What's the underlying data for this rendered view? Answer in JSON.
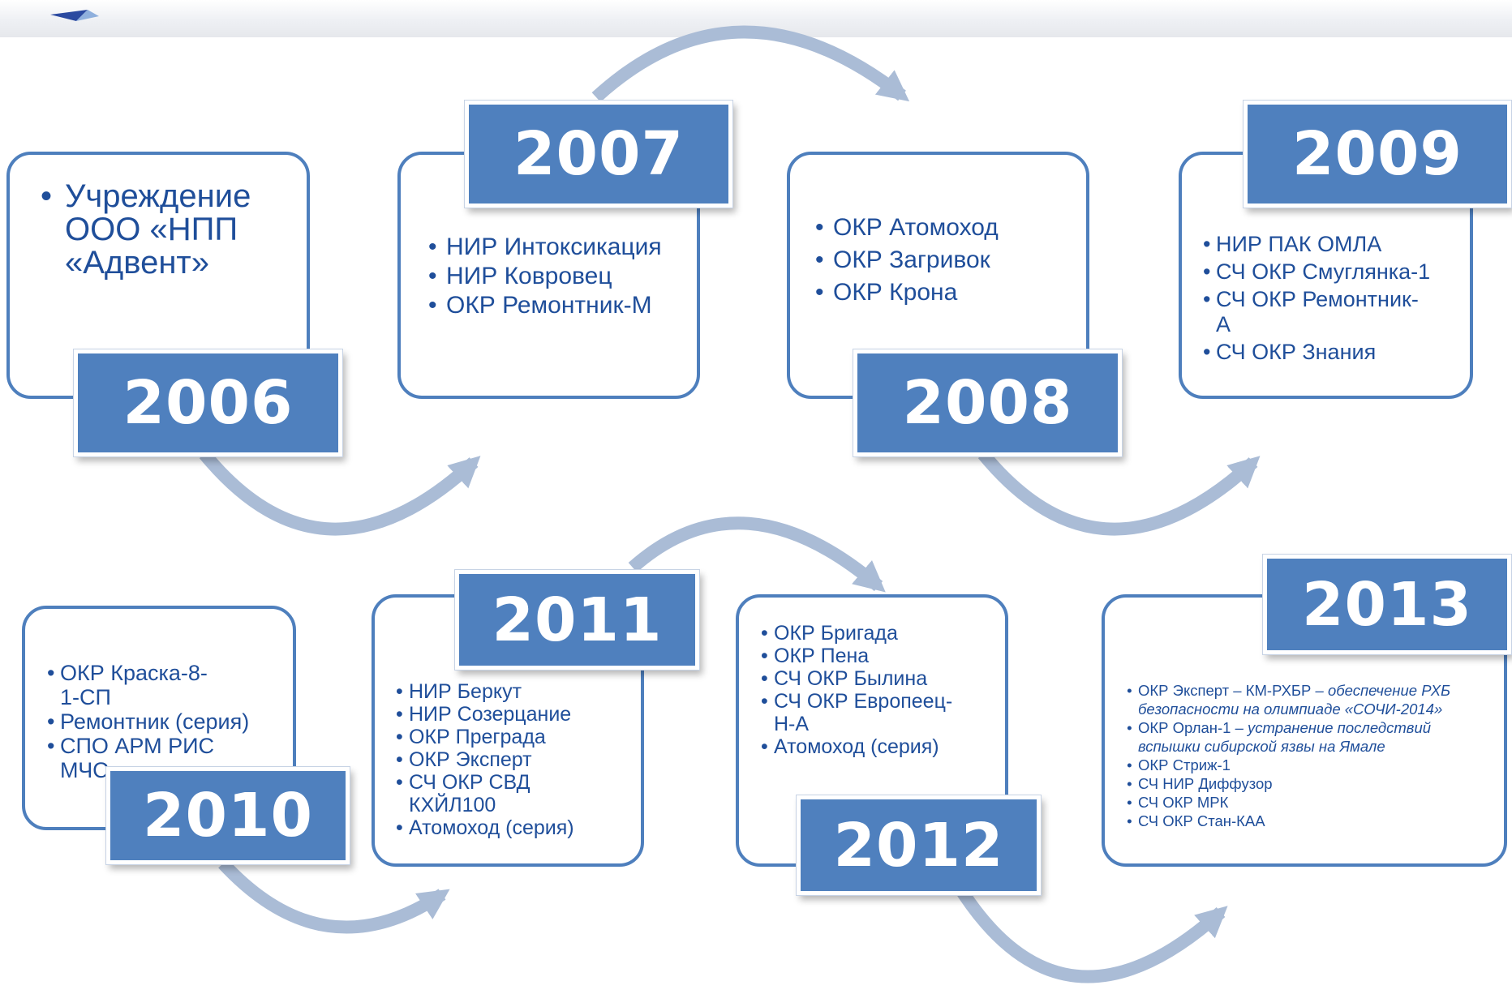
{
  "diagram": {
    "nodes": [
      {
        "id": "2006",
        "year": "2006",
        "items": [
          "Учреждение ООО «НПП «Адвент»"
        ]
      },
      {
        "id": "2007",
        "year": "2007",
        "items": [
          "НИР Интоксикация",
          "НИР Ковровец",
          "ОКР Ремонтник-М"
        ]
      },
      {
        "id": "2008",
        "year": "2008",
        "items": [
          "ОКР Атомоход",
          "ОКР Загривок",
          "ОКР Крона"
        ]
      },
      {
        "id": "2009",
        "year": "2009",
        "items": [
          "НИР ПАК ОМЛА",
          "СЧ ОКР Смуглянка-1",
          "СЧ ОКР Ремонтник-А",
          "СЧ ОКР Знания"
        ]
      },
      {
        "id": "2010",
        "year": "2010",
        "items": [
          "ОКР Краска-8-1-СП",
          "Ремонтник (серия)",
          "СПО АРМ РИС МЧС"
        ]
      },
      {
        "id": "2011",
        "year": "2011",
        "items": [
          "НИР Беркут",
          "НИР Созерцание",
          "ОКР Преграда",
          "ОКР Эксперт",
          "СЧ ОКР СВД КХЙЛ100",
          "Атомоход (серия)"
        ]
      },
      {
        "id": "2012",
        "year": "2012",
        "items": [
          "ОКР Бригада",
          "ОКР Пена",
          "СЧ ОКР Былина",
          "СЧ ОКР Европеец-Н-А",
          "Атомоход (серия)"
        ]
      },
      {
        "id": "2013",
        "year": "2013",
        "items": [
          {
            "name": "ОКР Эксперт – КМ-РХБР",
            "note": " – обеспечение РХБ безопасности на олимпиаде «СОЧИ-2014»"
          },
          {
            "name": "ОКР Орлан-1",
            "note": " – устранение последствий вспышки сибирской язвы на Ямале"
          },
          {
            "name": "ОКР Стриж-1",
            "note": ""
          },
          {
            "name": "СЧ НИР Диффузор",
            "note": ""
          },
          {
            "name": "СЧ ОКР МРК",
            "note": ""
          },
          {
            "name": "СЧ ОКР Стан-КАА",
            "note": ""
          }
        ]
      }
    ],
    "edges": [
      {
        "from": "2006",
        "to": "2007"
      },
      {
        "from": "2007",
        "to": "2008"
      },
      {
        "from": "2008",
        "to": "2009"
      },
      {
        "from": "2010",
        "to": "2011"
      },
      {
        "from": "2011",
        "to": "2012"
      },
      {
        "from": "2012",
        "to": "2013"
      }
    ],
    "colors": {
      "box_fill": "#4f80be",
      "border": "#4e7fbd",
      "text": "#1f4e9a",
      "arrow": "#aabcd6"
    }
  }
}
